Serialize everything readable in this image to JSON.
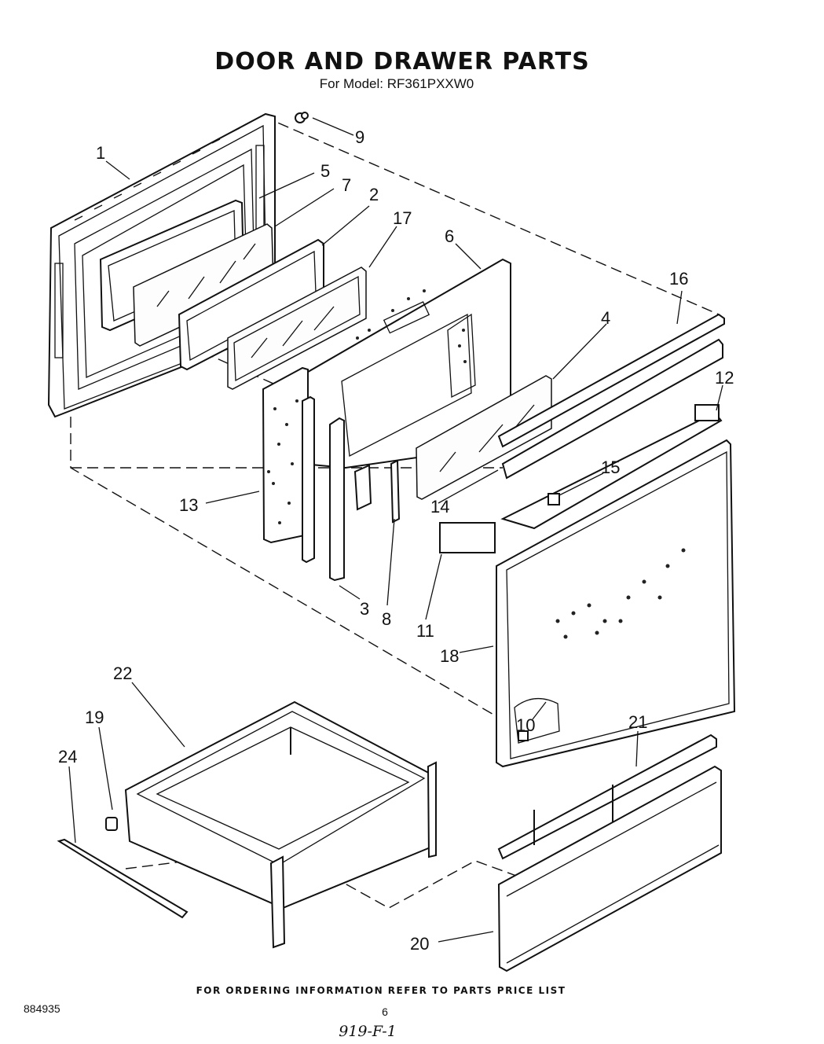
{
  "header": {
    "title": "DOOR AND DRAWER PARTS",
    "subtitle": "For Model: RF361PXXW0"
  },
  "callouts": [
    "1",
    "2",
    "3",
    "4",
    "5",
    "6",
    "7",
    "8",
    "9",
    "10",
    "11",
    "12",
    "13",
    "14",
    "15",
    "16",
    "17",
    "18",
    "19",
    "20",
    "21",
    "22",
    "24"
  ],
  "footer": {
    "ordering_note": "FOR ORDERING INFORMATION REFER TO PARTS PRICE LIST",
    "doc_number": "884935",
    "page_number": "6",
    "handwritten_code": "919-F-1"
  }
}
